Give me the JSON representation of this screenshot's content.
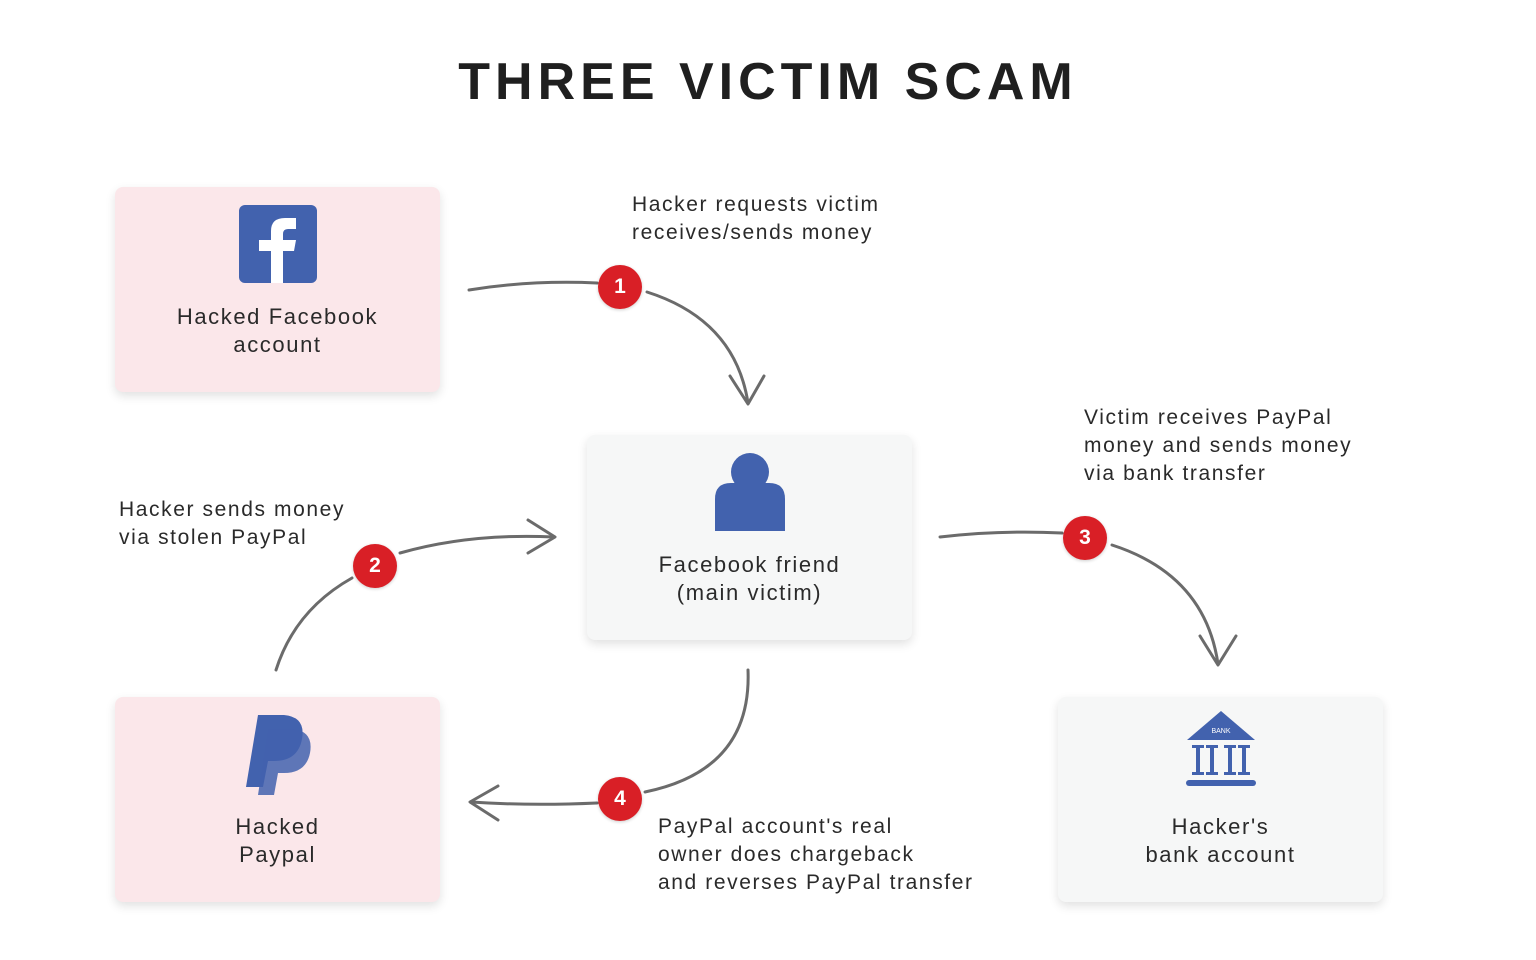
{
  "title": "THREE VICTIM SCAM",
  "colors": {
    "brand_blue": "#4262ae",
    "badge_red": "#d91f26",
    "victim_box": "#fbe7ea",
    "neutral_box": "#f6f7f7",
    "arrow": "#6b6b6b"
  },
  "nodes": {
    "facebook": {
      "icon": "facebook-icon",
      "lines": [
        "Hacked Facebook",
        "account"
      ]
    },
    "friend": {
      "icon": "person-icon",
      "lines": [
        "Facebook friend",
        "(main victim)"
      ]
    },
    "paypal": {
      "icon": "paypal-icon",
      "lines": [
        "Hacked",
        "Paypal"
      ]
    },
    "bank": {
      "icon": "bank-icon",
      "icon_text": "BANK",
      "lines": [
        "Hacker's",
        "bank account"
      ]
    }
  },
  "steps": [
    {
      "number": "1",
      "lines": [
        "Hacker requests victim",
        "receives/sends money"
      ]
    },
    {
      "number": "2",
      "lines": [
        "Hacker sends money",
        "via stolen PayPal"
      ]
    },
    {
      "number": "3",
      "lines": [
        "Victim receives PayPal",
        "money and sends money",
        "via bank transfer"
      ]
    },
    {
      "number": "4",
      "lines": [
        "PayPal account's real",
        "owner does chargeback",
        "and reverses PayPal transfer"
      ]
    }
  ]
}
